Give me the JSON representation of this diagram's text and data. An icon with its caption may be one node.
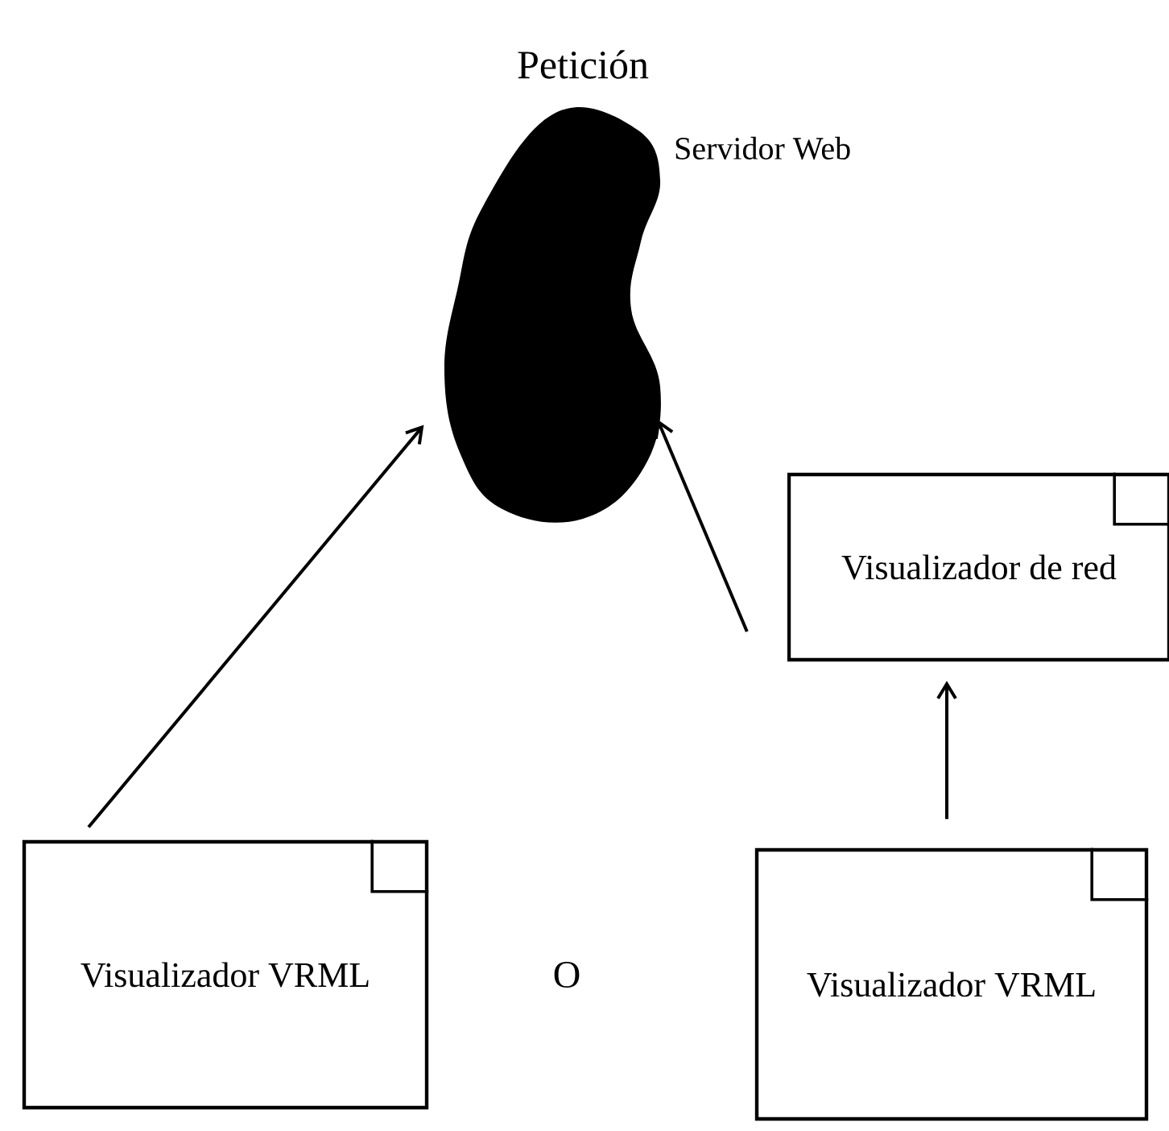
{
  "diagram": {
    "title": "Petición",
    "nodes": [
      {
        "text": [
          "Servidor Web"
        ]
      },
      {
        "text": [
          "Visualizador de red"
        ]
      },
      {
        "text": [
          "Visualizador VRML"
        ]
      },
      {
        "text": [
          "Visualizador VRML"
        ]
      }
    ],
    "edges": [
      {
        "from": 2,
        "to": 0,
        "arrow": "to"
      },
      {
        "from": 1,
        "to": 0,
        "arrow": "to"
      },
      {
        "from": 3,
        "to": 1,
        "arrow": "to"
      }
    ],
    "labels": [
      "O"
    ]
  }
}
